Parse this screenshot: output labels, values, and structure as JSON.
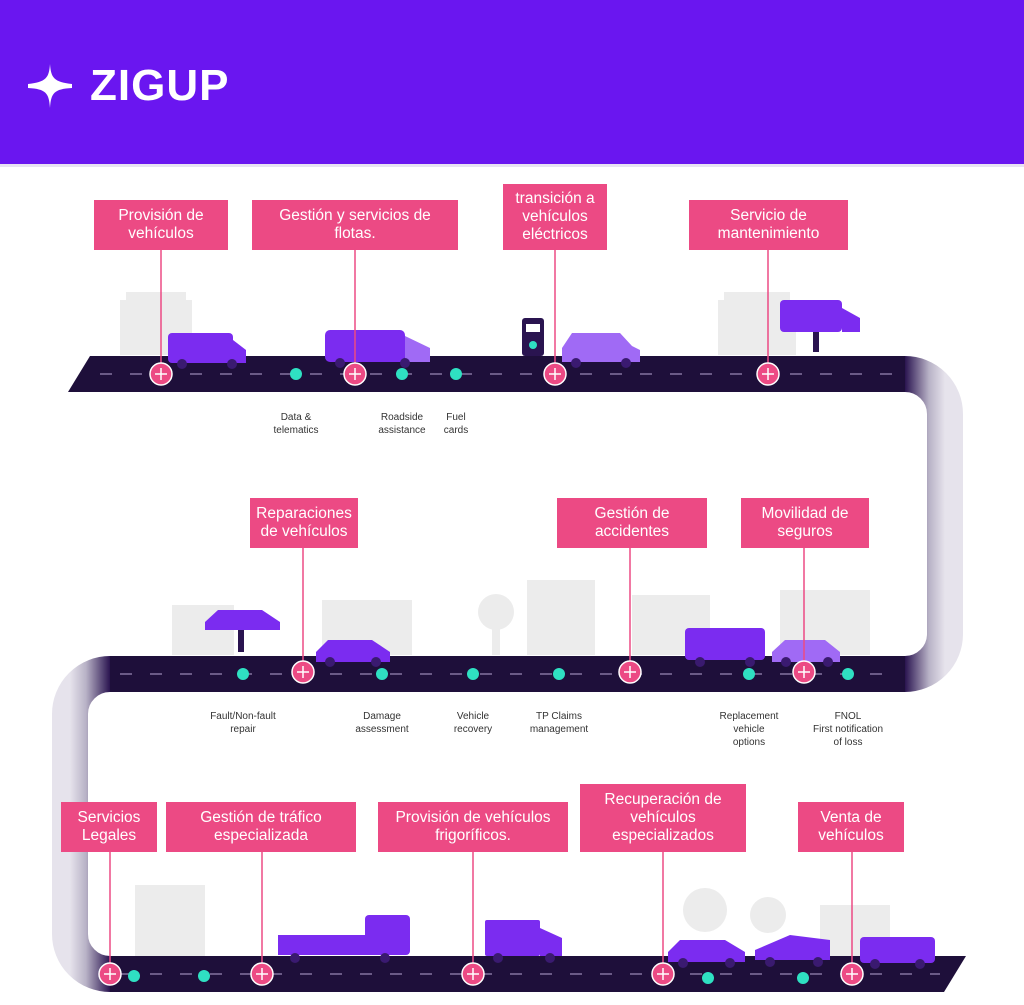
{
  "brand": {
    "name": "ZIGUP",
    "mark_icon": "plus-star-icon",
    "color": "#6a16f0"
  },
  "colors": {
    "header": "#6a16f0",
    "road": "#1e0f3a",
    "label_bg": "#ec4a84",
    "pin": "#ec4a84",
    "dot": "#2fe0c2",
    "vehicle": "#7b2cf0",
    "building": "#ececec"
  },
  "row1": {
    "labels": [
      "Provisión de\nvehículos",
      "Gestión y servicios de\nflotas.",
      "transición a\nvehículos\neléctricos",
      "Servicio de\nmantenimiento"
    ],
    "services": [
      "Data &\ntelematics",
      "Roadside\nassistance",
      "Fuel\ncards"
    ]
  },
  "row2": {
    "labels": [
      "Reparaciones\nde vehículos",
      "Gestión de\naccidentes",
      "Movilidad de\nseguros"
    ],
    "services": [
      "Fault/Non-fault\nrepair",
      "Damage\nassessment",
      "Vehicle\nrecovery",
      "TP Claims\nmanagement",
      "Replacement\nvehicle\noptions",
      "FNOL\nFirst notification\nof loss"
    ]
  },
  "row3": {
    "labels": [
      "Servicios\nLegales",
      "Gestión de tráfico\nespecializada",
      "Provisión de vehículos\nfrigoríficos.",
      "Recuperación de\nvehículos\nespecializados",
      "Venta de\nvehículos"
    ]
  }
}
